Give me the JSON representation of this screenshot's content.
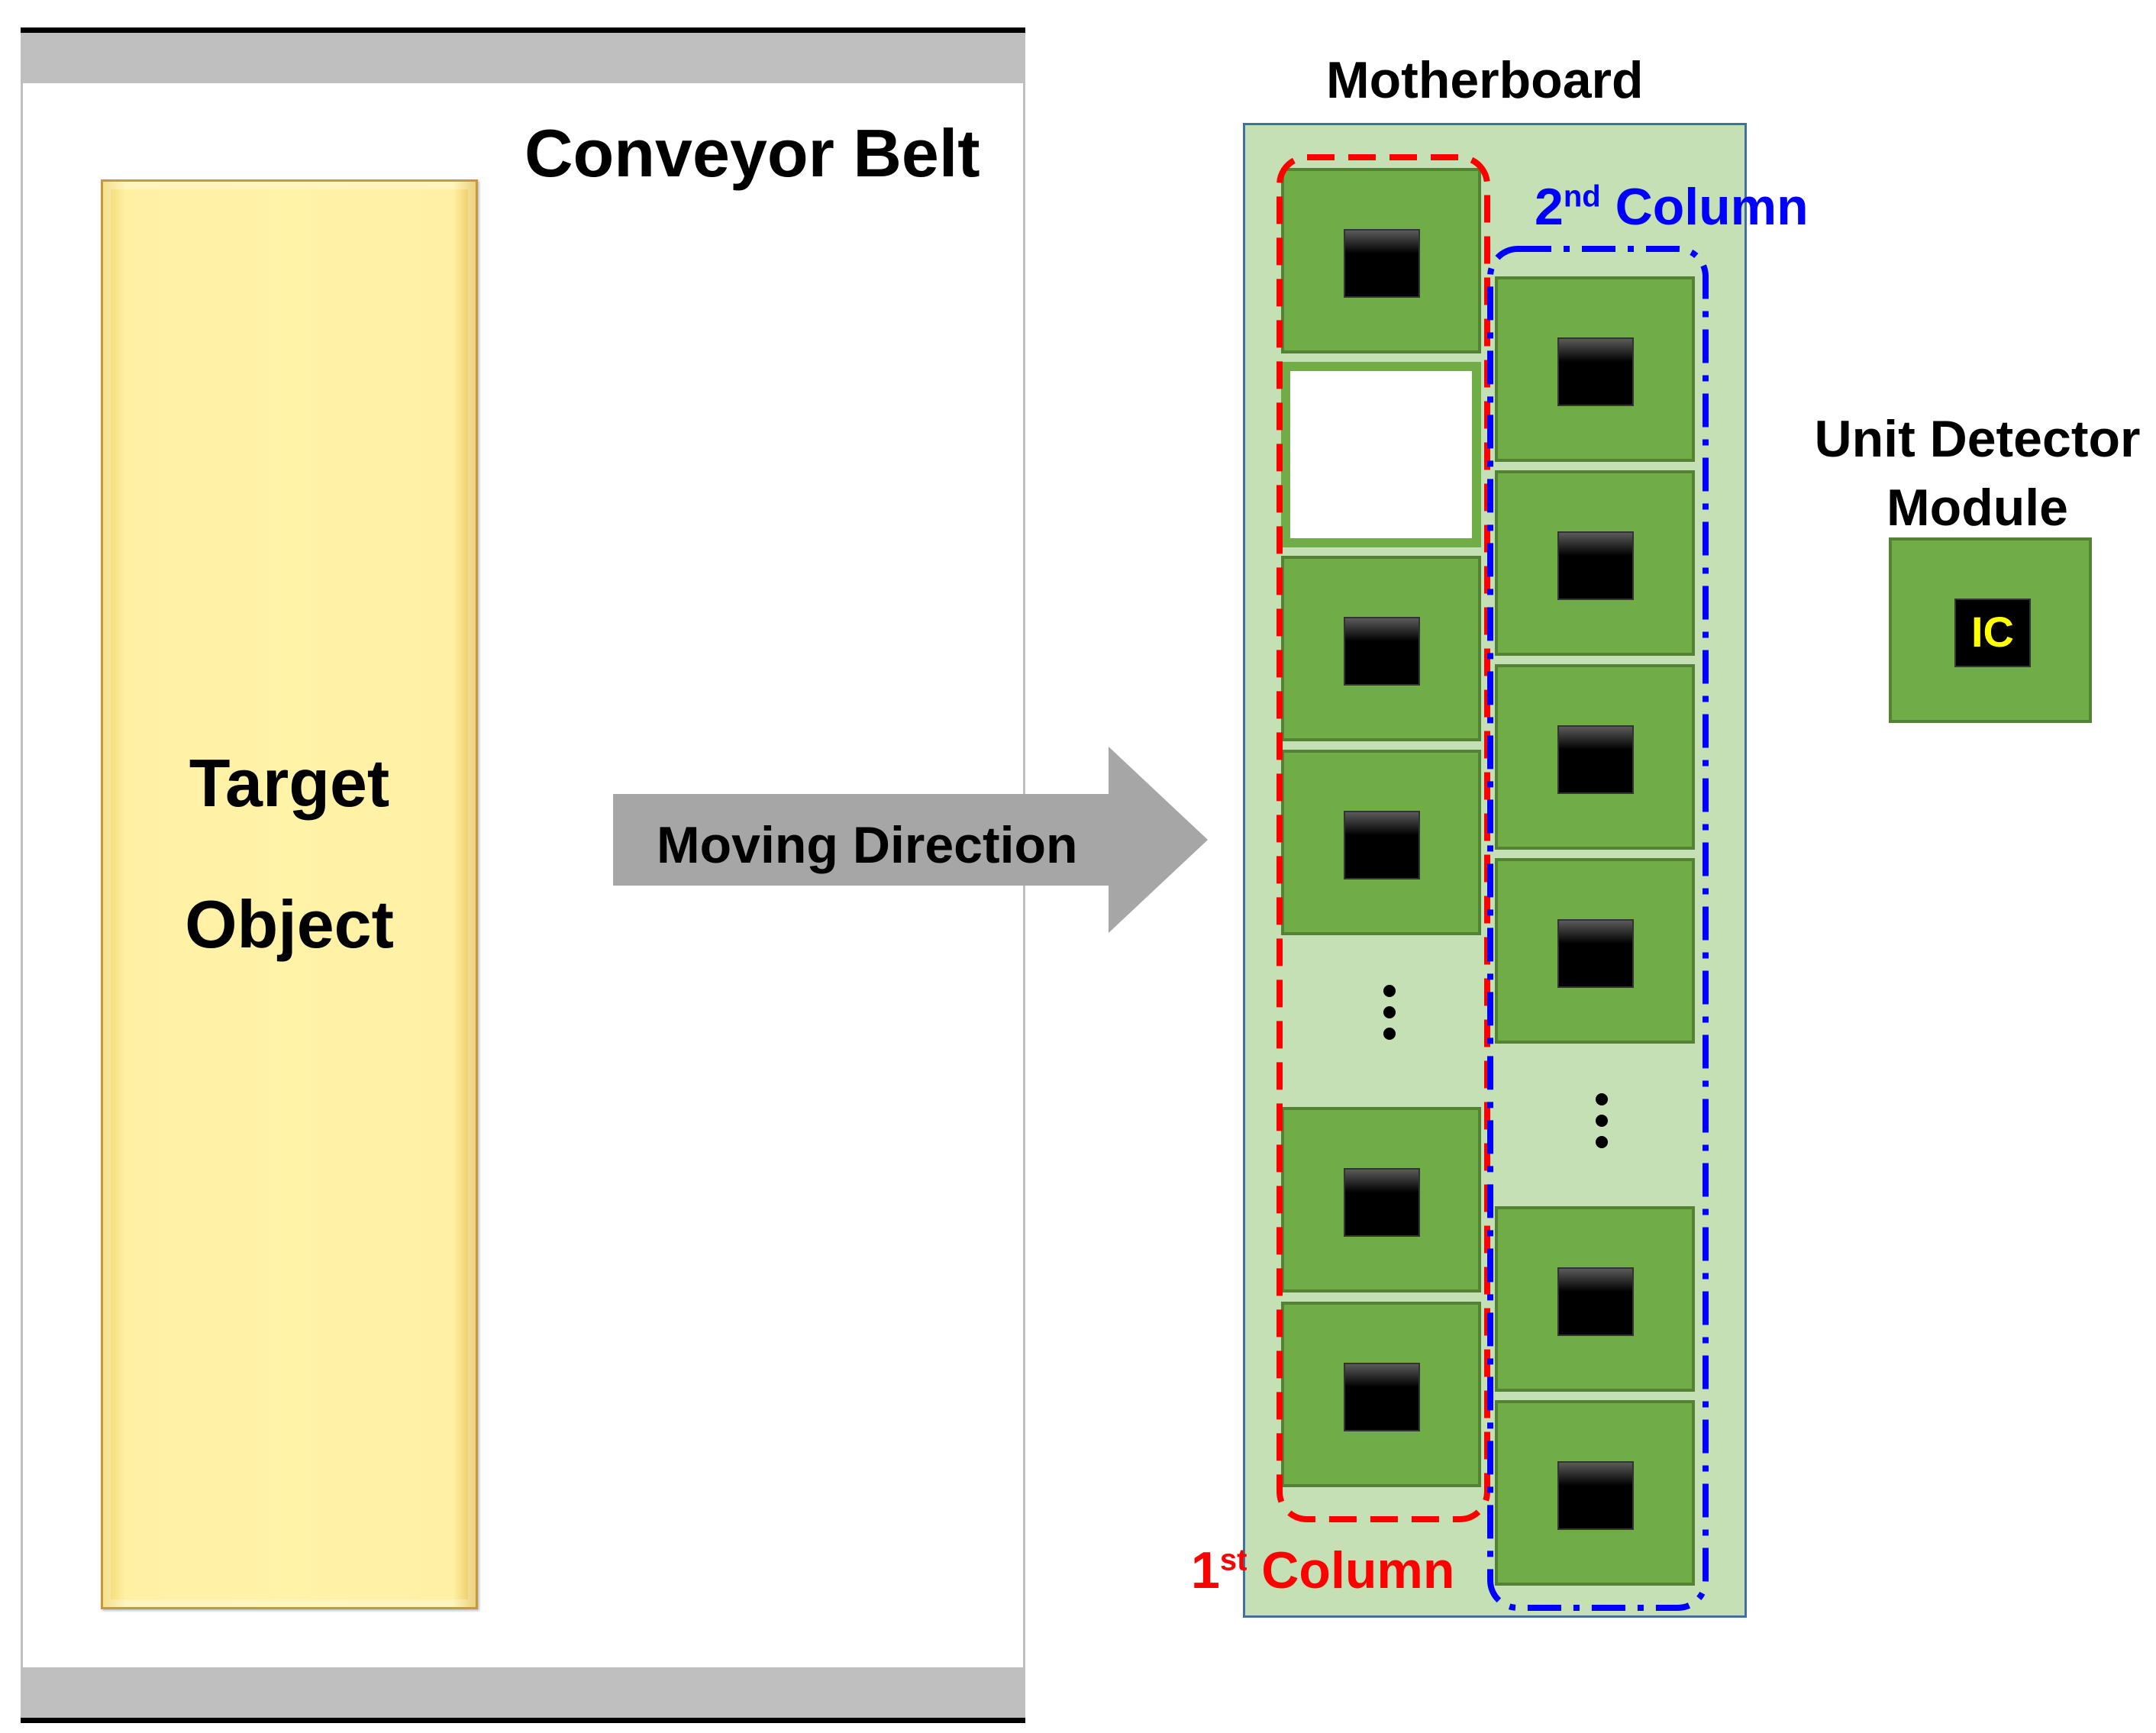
{
  "conveyor": {
    "title": "Conveyor Belt",
    "target_line1": "Target",
    "target_line2": "Object"
  },
  "arrow": {
    "label": "Moving Direction"
  },
  "motherboard": {
    "title": "Motherboard",
    "column1_label": "1",
    "column1_sup": "st",
    "column1_suffix": " Column",
    "column2_label": "2",
    "column2_sup": "nd",
    "column2_suffix": " Column"
  },
  "unit_detector": {
    "title_line1": "Unit Detector",
    "title_line2": "Module",
    "chip_label": "IC"
  },
  "colors": {
    "belt_rail": "#bfbfbf",
    "target_fill": "#fff3a8",
    "arrow": "#a6a6a6",
    "motherboard": "#c5e0b4",
    "module": "#70ad47",
    "column1_outline": "#ff0000",
    "column2_outline": "#0000ff",
    "ic_text": "#ffff00"
  }
}
